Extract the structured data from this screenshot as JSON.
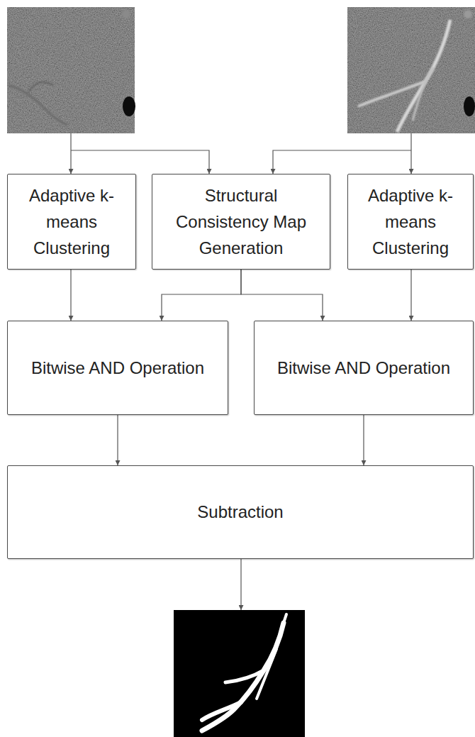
{
  "diagram": {
    "nodes": [
      {
        "text": [
          "Adaptive k-means Clustering"
        ]
      },
      {
        "text": [
          "Structural Consistency Map Generation"
        ]
      },
      {
        "text": [
          "Adaptive k-means Clustering"
        ]
      },
      {
        "text": [
          "Bitwise AND Operation"
        ]
      },
      {
        "text": [
          "Bitwise AND Operation"
        ]
      },
      {
        "text": [
          "Subtraction"
        ]
      }
    ],
    "edges": [
      {
        "from": 0,
        "to": 3,
        "arrow": "to"
      },
      {
        "from": 1,
        "to": 3,
        "arrow": "to"
      },
      {
        "from": 1,
        "to": 4,
        "arrow": "to"
      },
      {
        "from": 2,
        "to": 4,
        "arrow": "to"
      },
      {
        "from": 3,
        "to": 5,
        "arrow": "to"
      },
      {
        "from": 4,
        "to": 5,
        "arrow": "to"
      }
    ]
  }
}
